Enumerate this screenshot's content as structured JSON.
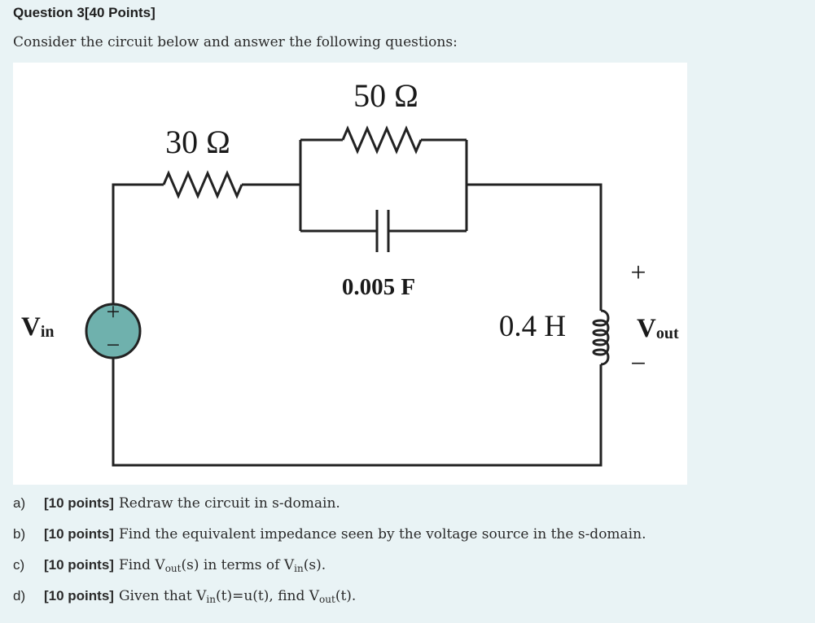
{
  "question": {
    "title": "Question 3[40 Points]",
    "intro": "Consider the circuit below and answer the following questions:"
  },
  "circuit": {
    "r1_label": "30 Ω",
    "r2_label": "50 Ω",
    "capacitor_label": "0.005 F",
    "inductor_label": "0.4 H",
    "source_plus": "+",
    "source_minus": "−",
    "vin_main": "V",
    "vin_sub": "in",
    "vout_main": "V",
    "vout_sub": "out",
    "vout_plus": "+",
    "vout_minus": "−",
    "source_color": "#6fb1ad"
  },
  "parts": [
    {
      "letter": "a)",
      "points": "[10 points]",
      "text": "Redraw the circuit in s-domain."
    },
    {
      "letter": "b)",
      "points": "[10 points]",
      "text": "Find the equivalent impedance seen by the voltage source in the s-domain."
    },
    {
      "letter": "c)",
      "points": "[10 points]",
      "t1": "Find V",
      "s1": "out",
      "t2": "(s) in terms of V",
      "s2": "in",
      "t3": "(s)."
    },
    {
      "letter": "d)",
      "points": "[10 points]",
      "t1": "Given that V",
      "s1": "in",
      "t2": "(t)=u(t), find V",
      "s2": "out",
      "t3": "(t)."
    }
  ]
}
